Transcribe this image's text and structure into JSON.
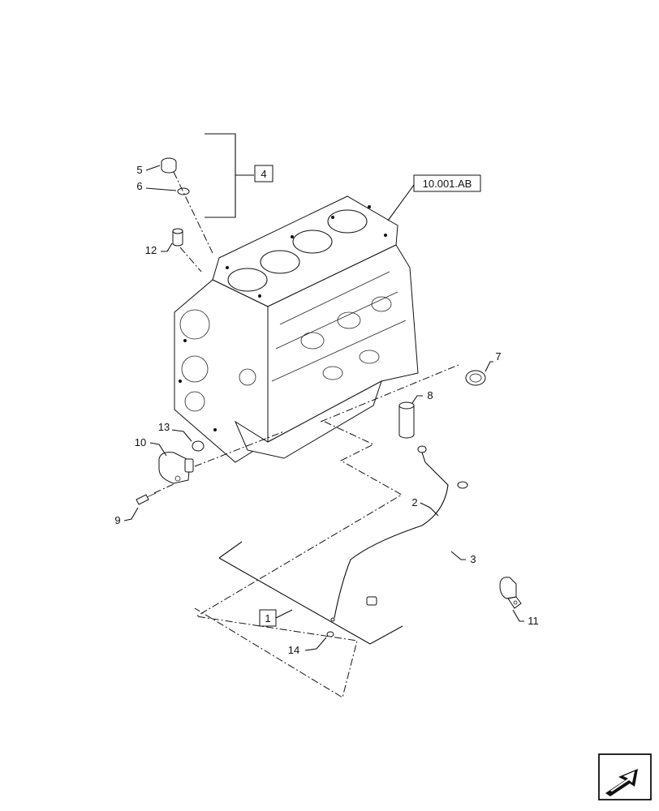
{
  "callouts": {
    "c1": "1",
    "c2": "2",
    "c3": "3",
    "c4": "4",
    "c5": "5",
    "c6": "6",
    "c7": "7",
    "c8": "8",
    "c9": "9",
    "c10": "10",
    "c11": "11",
    "c12": "12",
    "c13": "13",
    "c14": "14"
  },
  "reference_box": "10.001.AB",
  "icons": {
    "navigation": "arrow-icon"
  }
}
